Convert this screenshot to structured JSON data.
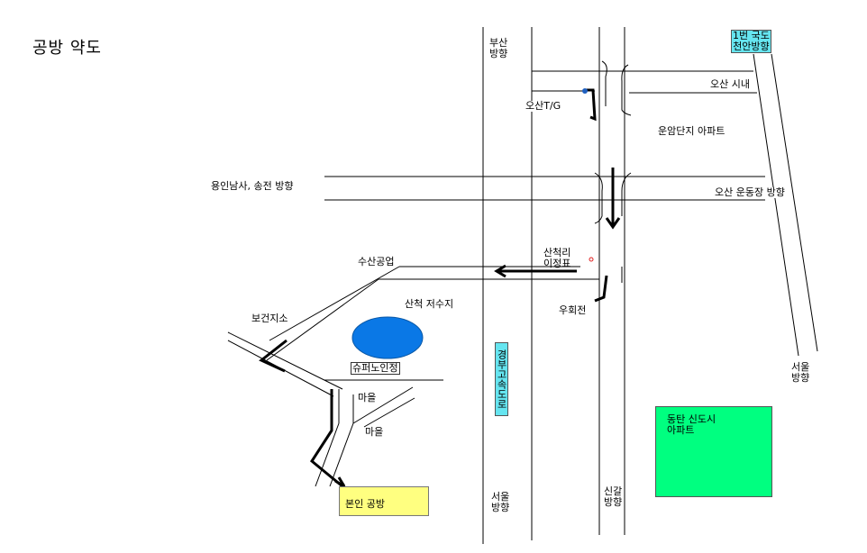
{
  "title": "공방 약도",
  "labels": {
    "busan": "부산\n방향",
    "route1": "1번 국도\n천안방향",
    "osan_city": "오산 시내",
    "osan_tg": "오산T/G",
    "unam_apt": "운암단지 아파트",
    "yongin": "용인남사, 송전 방향",
    "osan_stadium": "오산 운동장 방향",
    "sanchuk_sign": "산척리\n이정표",
    "susan": "수산공업",
    "reservoir": "산척 저수지",
    "uhoe": "우회전",
    "health_center": "보건지소",
    "super": "슈퍼노인정",
    "village1": "마을",
    "village2": "마을",
    "seoul_right": "서울\n방향",
    "seoul_mid": "서울\n방향",
    "singal": "신갈\n방향",
    "expressway": "경부고속도로",
    "dongtan": "동탄 신도시\n아파트",
    "workshop": "본인 공방"
  },
  "colors": {
    "reservoir": "#0a78e6",
    "workshop_box": "#ffff80",
    "dongtan_box": "#00ff80",
    "label_box": "#66e5f0",
    "arrow": "#000000"
  },
  "icons": [
    "arrow",
    "blue-dot",
    "red-dot"
  ]
}
